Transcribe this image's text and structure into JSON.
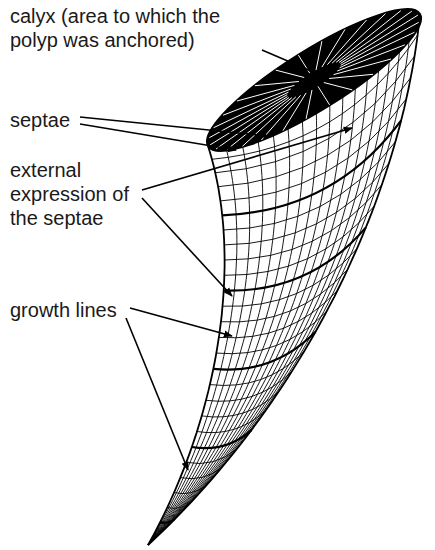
{
  "diagram": {
    "labels": [
      "calyx (area to which the polyp was anchored)",
      "septae",
      "external expression of the septae",
      "growth lines"
    ]
  }
}
